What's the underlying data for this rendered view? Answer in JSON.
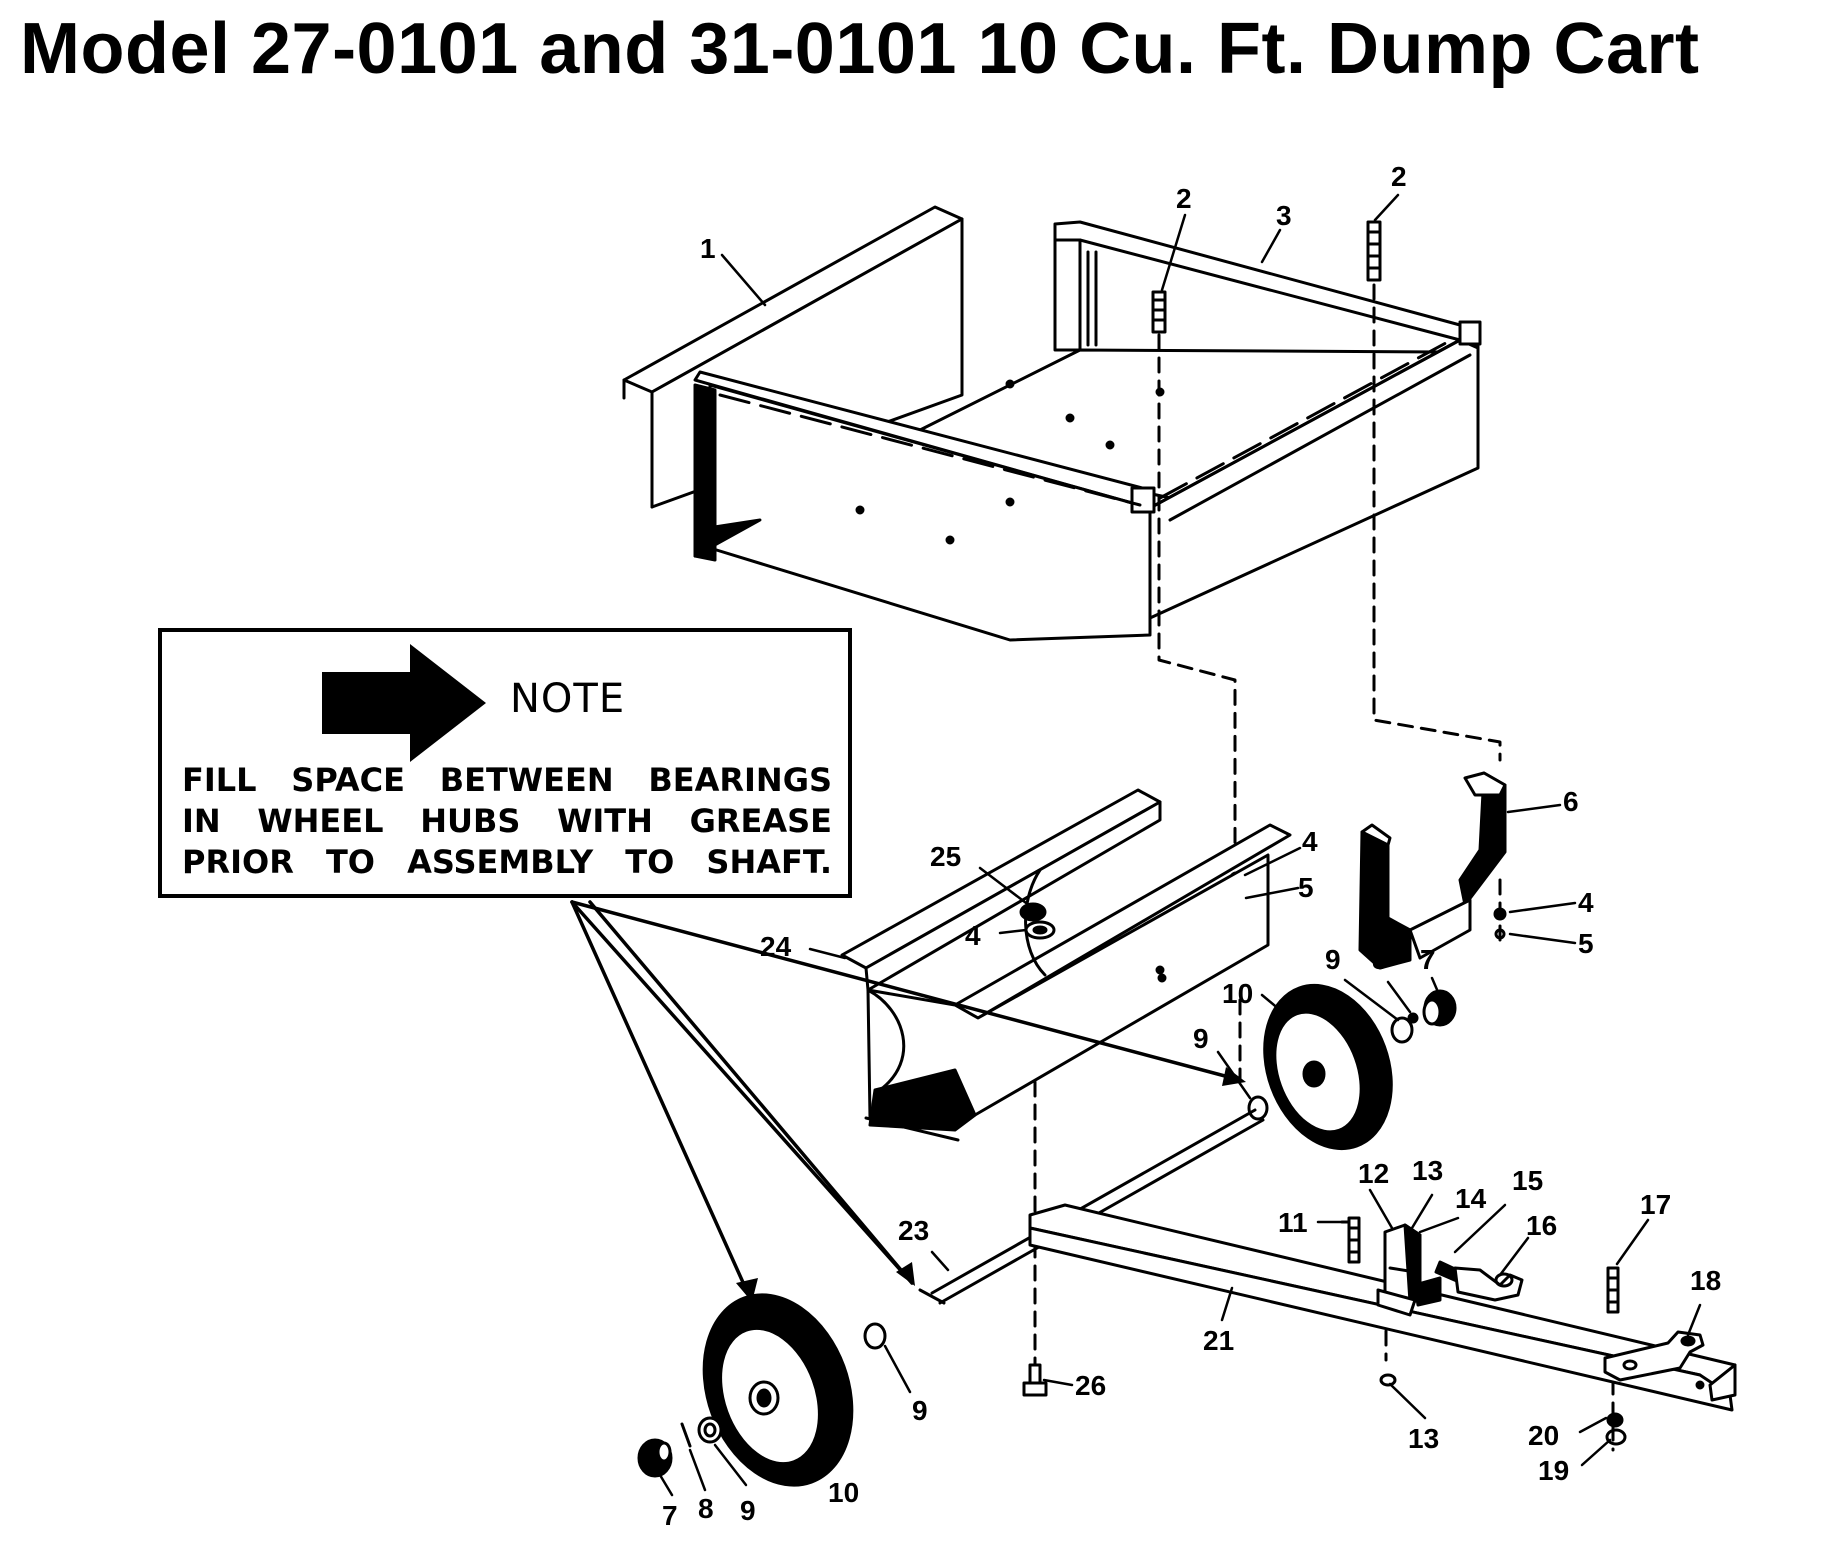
{
  "title": "Model 27-0101 and 31-0101 10 Cu. Ft. Dump Cart",
  "note": {
    "heading": "NOTE",
    "lines": [
      "FILL SPACE BETWEEN BEARINGS",
      "IN WHEEL HUBS WITH GREASE",
      "PRIOR TO ASSEMBLY TO SHAFT."
    ]
  },
  "callouts": [
    "1",
    "2",
    "2",
    "3",
    "4",
    "5",
    "6",
    "4",
    "5",
    "25",
    "4",
    "24",
    "9",
    "8",
    "7",
    "10",
    "9",
    "12",
    "13",
    "14",
    "15",
    "11",
    "16",
    "17",
    "23",
    "18",
    "21",
    "26",
    "9",
    "13",
    "20",
    "19",
    "10",
    "7",
    "8",
    "9"
  ]
}
